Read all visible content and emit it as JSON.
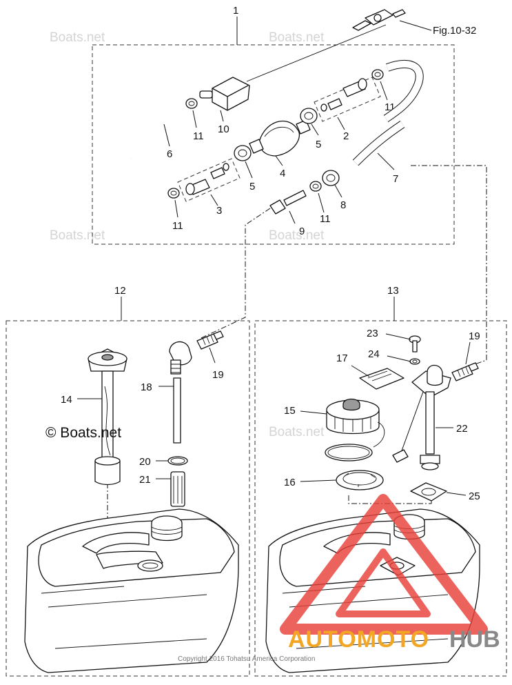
{
  "diagram": {
    "callouts": {
      "c1": "1",
      "c2": "2",
      "c3": "3",
      "c4": "4",
      "c5a": "5",
      "c5b": "5",
      "c6": "6",
      "c7": "7",
      "c8": "8",
      "c9": "9",
      "c10": "10",
      "c11a": "11",
      "c11b": "11",
      "c11c": "11",
      "c11d": "11",
      "c12": "12",
      "c13": "13",
      "c14": "14",
      "c15": "15",
      "c16": "16",
      "c17": "17",
      "c18": "18",
      "c19a": "19",
      "c19b": "19",
      "c20": "20",
      "c21": "21",
      "c22": "22",
      "c23": "23",
      "c24": "24",
      "c25": "25"
    },
    "figure_ref": "Fig.10-32",
    "watermark": "Boats.net",
    "brand_mark": "© Boats.net",
    "copyright": "Copyright 2016 Tohatsu America Corporation",
    "logo_text_a": "AUTOMOTO",
    "logo_text_b": "HUB",
    "colors": {
      "logo_red": "#e8413b",
      "logo_orange": "#f3a623",
      "logo_grey": "#888888",
      "watermark": "#d4d4d4"
    }
  }
}
